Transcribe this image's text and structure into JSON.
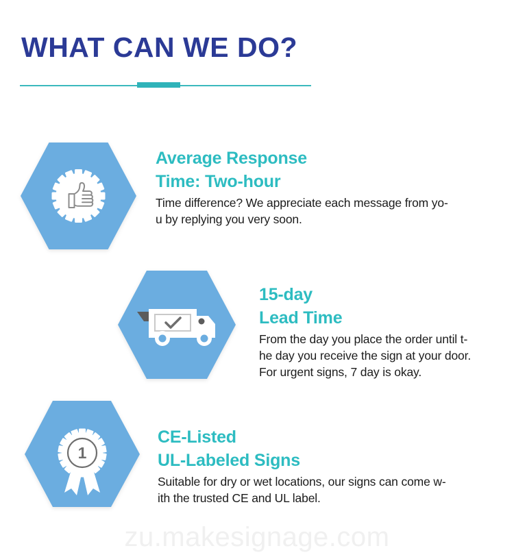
{
  "page": {
    "title": "WHAT CAN WE DO?",
    "background_color": "#ffffff",
    "title_color": "#2b3a96",
    "accent_color": "#2dbcc1",
    "hex_color": "#6bade0"
  },
  "divider": {
    "line_color": "#3bb9bd",
    "accent_color": "#2fb3b9"
  },
  "features": [
    {
      "icon": "thumbs-up-badge-icon",
      "heading_line1": "Average Response",
      "heading_line2": "Time: Two-hour",
      "body_line1": "Time difference? We appreciate each message from yo-",
      "body_line2": "u by replying you very soon."
    },
    {
      "icon": "delivery-truck-icon",
      "heading_line1": "15-day",
      "heading_line2": "Lead Time",
      "body_line1": "From the day you place the order until t-",
      "body_line2": "he day you receive the sign at your door.",
      "body_line3": "For urgent signs, 7 day is okay."
    },
    {
      "icon": "award-ribbon-icon",
      "heading_line1": "CE-Listed",
      "heading_line2": "UL-Labeled Signs",
      "body_line1": "Suitable for dry or wet locations, our signs can come w-",
      "body_line2": "ith the trusted CE and UL label."
    }
  ],
  "watermark": {
    "text": "zu.makesignage.com",
    "color": "#f0f0f0"
  }
}
